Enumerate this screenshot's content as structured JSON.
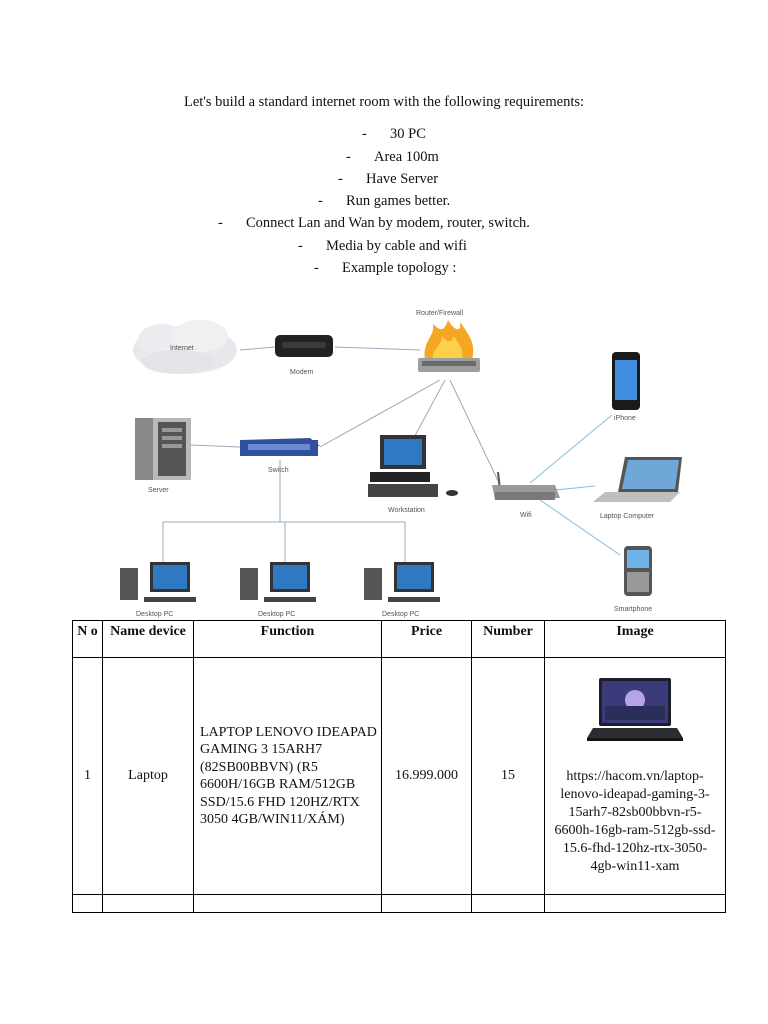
{
  "intro": "Let's build a standard internet room with the following requirements:",
  "requirements": [
    "30 PC",
    "Area 100m",
    "Have Server",
    "Run games better.",
    "Connect Lan and Wan by modem, router, switch.",
    "Media by cable and wifi",
    "Example topology :"
  ],
  "topology": {
    "labels": {
      "internet": "Internet",
      "modem": "Modem",
      "router": "Router/Firewall",
      "server": "Server",
      "switch": "Switch",
      "workstation": "Workstation",
      "wifi": "Wifi",
      "iphone": "iPhone",
      "laptop": "Laptop Computer",
      "smartphone": "Smartphone",
      "desktop1": "Desktop PC",
      "desktop2": "Desktop PC",
      "desktop3": "Desktop PC"
    }
  },
  "table": {
    "headers": {
      "no": "N o",
      "name": "Name device",
      "function": "Function",
      "price": "Price",
      "number": "Number",
      "image": "Image"
    },
    "rows": [
      {
        "no": "1",
        "name": "Laptop",
        "function": "LAPTOP LENOVO IDEAPAD GAMING 3 15ARH7 (82SB00BBVN) (R5 6600H/16GB RAM/512GB SSD/15.6 FHD 120HZ/RTX 3050 4GB/WIN11/XÁM)",
        "price": "16.999.000",
        "number": "15",
        "image_url": "https://hacom.vn/laptop-lenovo-ideapad-gaming-3-15arh7-82sb00bbvn-r5-6600h-16gb-ram-512gb-ssd-15.6-fhd-120hz-rtx-3050-4gb-win11-xam"
      }
    ]
  }
}
